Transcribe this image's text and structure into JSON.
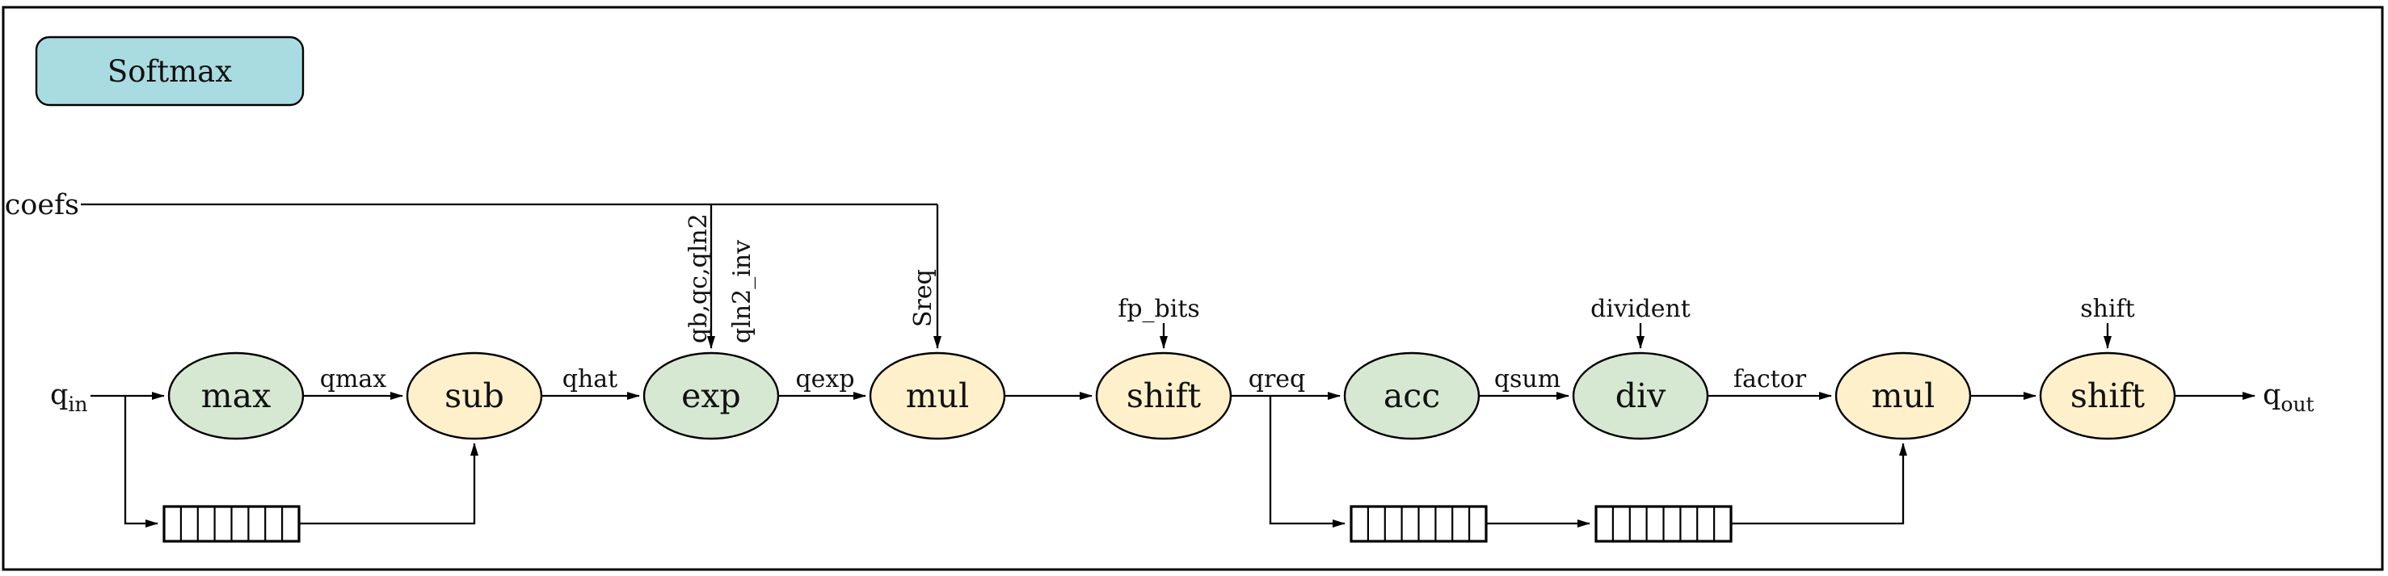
{
  "title": "Softmax",
  "colors": {
    "teal": "#a9dce0",
    "green": "#d6e8d2",
    "yellow": "#fdf0cb"
  },
  "io": {
    "input": {
      "base": "q",
      "sub": "in"
    },
    "output": {
      "base": "q",
      "sub": "out"
    },
    "coefs": "coefs"
  },
  "nodes": [
    {
      "id": "max",
      "label": "max",
      "color": "green"
    },
    {
      "id": "sub",
      "label": "sub",
      "color": "yellow"
    },
    {
      "id": "exp",
      "label": "exp",
      "color": "green"
    },
    {
      "id": "mul1",
      "label": "mul",
      "color": "yellow"
    },
    {
      "id": "shift1",
      "label": "shift",
      "color": "yellow"
    },
    {
      "id": "acc",
      "label": "acc",
      "color": "green"
    },
    {
      "id": "div",
      "label": "div",
      "color": "green"
    },
    {
      "id": "mul2",
      "label": "mul",
      "color": "yellow"
    },
    {
      "id": "shift2",
      "label": "shift",
      "color": "yellow"
    }
  ],
  "edge_labels": {
    "qmax": "qmax",
    "qhat": "qhat",
    "qexp": "qexp",
    "qreq": "qreq",
    "qsum": "qsum",
    "factor": "factor"
  },
  "coef_labels": {
    "exp_params_1": "qb,qc,qln2",
    "exp_params_2": "qln2_inv",
    "sreq": "Sreq"
  },
  "top_labels": {
    "fp_bits": "fp_bits",
    "divident": "divident",
    "shift": "shift"
  },
  "buffers": {
    "count": 3,
    "cells_per_buffer": 8
  }
}
